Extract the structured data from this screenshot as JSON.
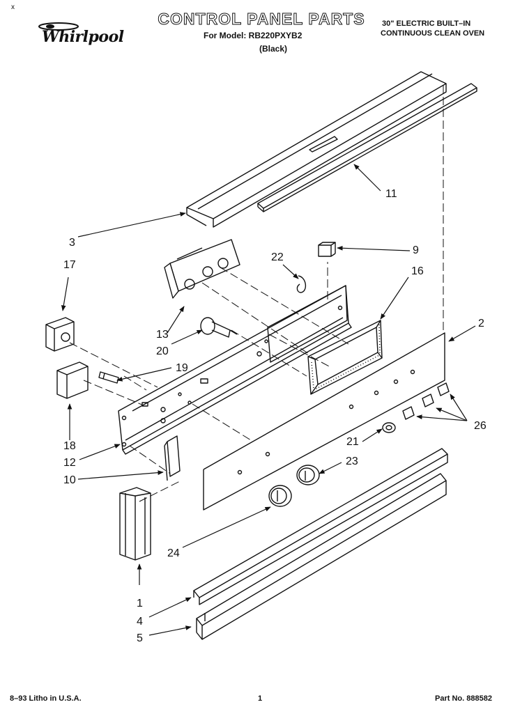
{
  "corner_mark": "x",
  "brand": "Whirlpool",
  "header": {
    "title": "CONTROL PANEL PARTS",
    "model_line": "For Model: RB220PXYB2",
    "color_line": "(Black)",
    "product_line1": "30\" ELECTRIC BUILT–IN",
    "product_line2": "CONTINUOUS CLEAN OVEN"
  },
  "callouts": {
    "c1": "1",
    "c2": "2",
    "c3": "3",
    "c4": "4",
    "c5": "5",
    "c9": "9",
    "c10": "10",
    "c11": "11",
    "c12": "12",
    "c13": "13",
    "c16": "16",
    "c17": "17",
    "c18": "18",
    "c19": "19",
    "c20": "20",
    "c21": "21",
    "c22": "22",
    "c23": "23",
    "c24": "24",
    "c26": "26"
  },
  "footer": {
    "print_info": "8–93  Litho in U.S.A.",
    "page_number": "1",
    "part_number": "Part No. 888582"
  }
}
